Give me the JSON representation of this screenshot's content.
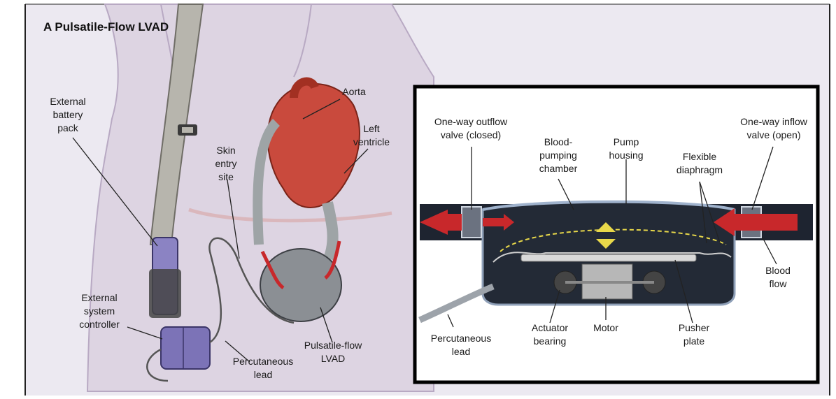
{
  "title": "A Pulsatile-Flow LVAD",
  "colors": {
    "background": "#e9e6f0",
    "skin": "#dcd3e0",
    "heart": "#c94a3d",
    "strap": "#b8b6ae",
    "device": "#7c73b7",
    "inset_border": "#000000",
    "inset_bg": "#b9c4da",
    "flow_arrow": "#c8282b",
    "diaphragm": "#e8d84a"
  },
  "body_labels": {
    "aorta": "Aorta",
    "left_ventricle_1": "Left",
    "left_ventricle_2": "ventricle",
    "battery_1": "External",
    "battery_2": "battery",
    "battery_3": "pack",
    "skin_1": "Skin",
    "skin_2": "entry",
    "skin_3": "site",
    "controller_1": "External",
    "controller_2": "system",
    "controller_3": "controller",
    "perc_1": "Percutaneous",
    "perc_2": "lead",
    "lvad_1": "Pulsatile-flow",
    "lvad_2": "LVAD"
  },
  "inset_labels": {
    "outflow_1": "One-way outflow",
    "outflow_2": "valve (closed)",
    "chamber_1": "Blood-",
    "chamber_2": "pumping",
    "chamber_3": "chamber",
    "housing_1": "Pump",
    "housing_2": "housing",
    "inflow_1": "One-way inflow",
    "inflow_2": "valve (open)",
    "diaphragm_1": "Flexible",
    "diaphragm_2": "diaphragm",
    "bloodflow_1": "Blood",
    "bloodflow_2": "flow",
    "perc_1": "Percutaneous",
    "perc_2": "lead",
    "actuator_1": "Actuator",
    "actuator_2": "bearing",
    "motor": "Motor",
    "pusher_1": "Pusher",
    "pusher_2": "plate"
  }
}
